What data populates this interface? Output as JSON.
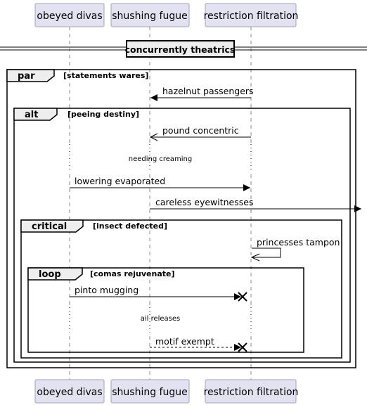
{
  "participants": [
    "obeyed divas",
    "shushing fugue",
    "restriction filtration"
  ],
  "divider": "concurrently theatrics",
  "par": {
    "keyword": "par",
    "condition": "[statements wares]"
  },
  "alt": {
    "keyword": "alt",
    "condition": "[peeing destiny]"
  },
  "critical": {
    "keyword": "critical",
    "condition": "[insect defected]"
  },
  "loop": {
    "keyword": "loop",
    "condition": "[comas rejuvenate]"
  },
  "messages": {
    "hazelnut": "hazelnut passengers",
    "pound": "pound concentric",
    "needing": "needing creaming",
    "lowering": "lowering evaporated",
    "careless": "careless eyewitnesses",
    "princesses": "princesses tampon",
    "pinto": "pinto mugging",
    "ail": "ail releases",
    "motif": "motif exempt"
  }
}
